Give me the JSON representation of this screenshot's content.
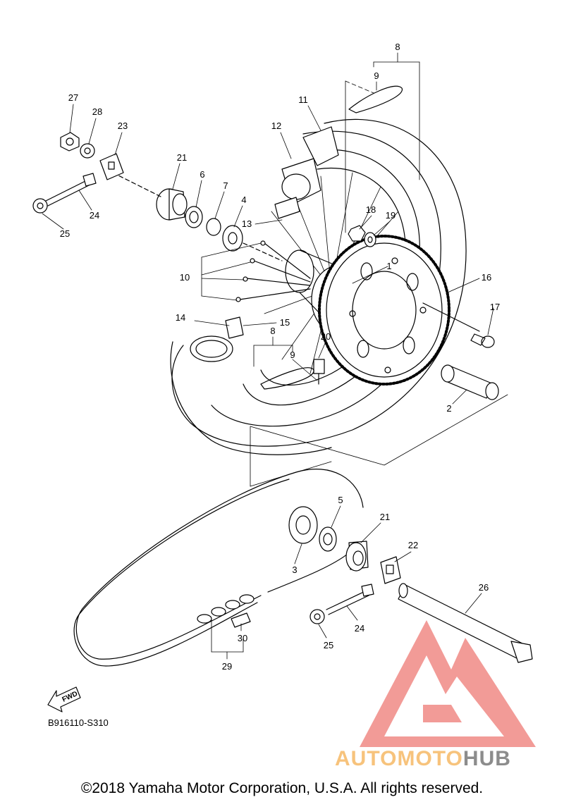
{
  "diagram": {
    "code": "B916110-S310",
    "fwd_label": "FWD",
    "callouts": {
      "c1": "1",
      "c2": "2",
      "c3": "3",
      "c4": "4",
      "c5": "5",
      "c6": "6",
      "c7": "7",
      "c8a": "8",
      "c8b": "8",
      "c9a": "9",
      "c9b": "9",
      "c10": "10",
      "c11": "11",
      "c12": "12",
      "c13": "13",
      "c14": "14",
      "c15": "15",
      "c16": "16",
      "c17": "17",
      "c18": "18",
      "c19": "19",
      "c20": "20",
      "c21a": "21",
      "c21b": "21",
      "c22": "22",
      "c23": "23",
      "c24a": "24",
      "c24b": "24",
      "c25a": "25",
      "c25b": "25",
      "c26": "26",
      "c27": "27",
      "c28": "28",
      "c29": "29",
      "c30": "30"
    }
  },
  "watermark": {
    "brand_part1": "AUTOMOTO",
    "brand_part2": "HUB",
    "colors": {
      "logo": "#f08a86",
      "auto": "#f7c37c",
      "hub": "#8c8c8c"
    }
  },
  "footer": {
    "copyright": "©2018 Yamaha Motor Corporation, U.S.A. All rights reserved."
  }
}
